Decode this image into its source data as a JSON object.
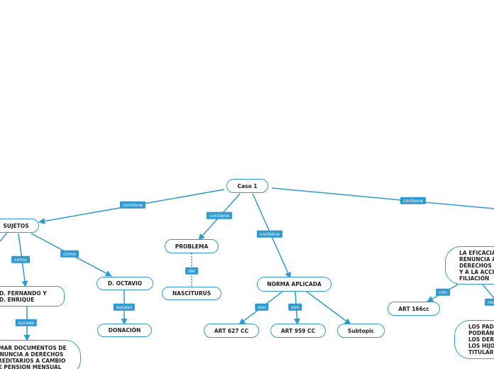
{
  "nodes": {
    "caso": "Caso 1",
    "sujetos": "SUJETOS",
    "problema": "PROBLEMA",
    "nasciturus": "NASCITURUS",
    "norma": "NORMA APLICADA",
    "fernando": "D. FERNANDO Y\nD. ENRIQUE",
    "octavio": "D. OCTAVIO",
    "donacion": "DONACIÓN",
    "firmar": "FIRMAR DOCUMENTOS DE\nRENUNCIA A DERECHOS\nHEREDITARIOS A CAMBIO\nDE PENSION MENSUAL",
    "art627": "ART 627 CC",
    "art959": "ART 959 CC",
    "subtopic": "Subtopic",
    "eficacia": "LA EFICACIA\nRENUNCIA A\nDERECHOS S\nY A LA ACCIO\nFILIACIÓN",
    "art166": "ART 166cc",
    "padres": "LOS PADR\nPODRÁN\nLOS DERE\nLOS HIJO\nTITULARE"
  },
  "labels": {
    "contiene1": "contiene",
    "contiene2": "contiene",
    "contiene3": "contiene",
    "contiene4": "contiene",
    "como1": "como",
    "como2": "como",
    "suceso1": "suceso",
    "suceso2": "suceso",
    "del": "del",
    "son1": "son",
    "son2": "son",
    "con": "con",
    "res": "res"
  },
  "colors": {
    "line": "#2e9ad0",
    "label_bg": "#2e9ad0",
    "node_border": "#2e9ad0"
  }
}
